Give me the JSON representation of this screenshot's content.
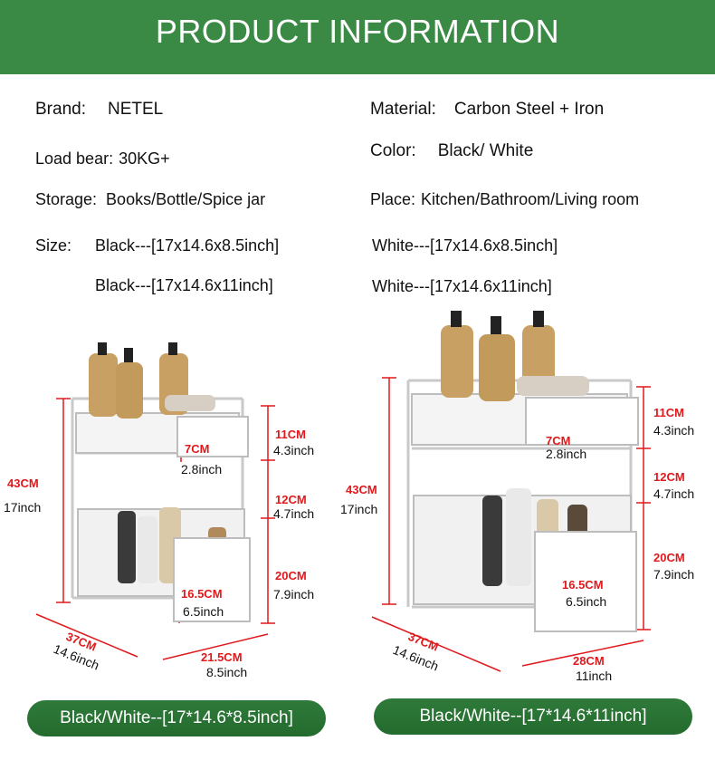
{
  "header": {
    "title": "PRODUCT INFORMATION"
  },
  "specs": {
    "brand_label": "Brand:",
    "brand_value": "NETEL",
    "material_label": "Material:",
    "material_value": "Carbon Steel + Iron",
    "load_label": "Load bear:",
    "load_value": "30KG+",
    "color_label": "Color:",
    "color_value": "Black/ White",
    "storage_label": "Storage:",
    "storage_value": "Books/Bottle/Spice jar",
    "place_label": "Place:",
    "place_value": "Kitchen/Bathroom/Living room",
    "size_label": "Size:",
    "sizes": [
      "Black---[17x14.6x8.5inch]",
      "Black---[17x14.6x11inch]",
      "White---[17x14.6x8.5inch]",
      "White---[17x14.6x11inch]"
    ]
  },
  "left_figure": {
    "height_cm": "43CM",
    "height_in": "17inch",
    "top_cm": "11CM",
    "top_in": "4.3inch",
    "mid_cm": "12CM",
    "mid_in": "4.7inch",
    "bot_cm": "20CM",
    "bot_in": "7.9inch",
    "front_top_cm": "7CM",
    "front_top_in": "2.8inch",
    "front_bot_cm": "16.5CM",
    "front_bot_in": "6.5inch",
    "depth_cm": "37CM",
    "depth_in": "14.6inch",
    "width_cm": "21.5CM",
    "width_in": "8.5inch"
  },
  "right_figure": {
    "height_cm": "43CM",
    "height_in": "17inch",
    "top_cm": "11CM",
    "top_in": "4.3inch",
    "mid_cm": "12CM",
    "mid_in": "4.7inch",
    "bot_cm": "20CM",
    "bot_in": "7.9inch",
    "front_top_cm": "7CM",
    "front_top_in": "2.8inch",
    "front_bot_cm": "16.5CM",
    "front_bot_in": "6.5inch",
    "depth_cm": "37CM",
    "depth_in": "14.6inch",
    "width_cm": "28CM",
    "width_in": "11inch"
  },
  "labels": {
    "left": "Black/White--[17*14.6*8.5inch]",
    "right": "Black/White--[17*14.6*11inch]"
  },
  "colors": {
    "banner": "#3a8a45",
    "pill": "#2a7334",
    "dimension": "#e0191c"
  }
}
